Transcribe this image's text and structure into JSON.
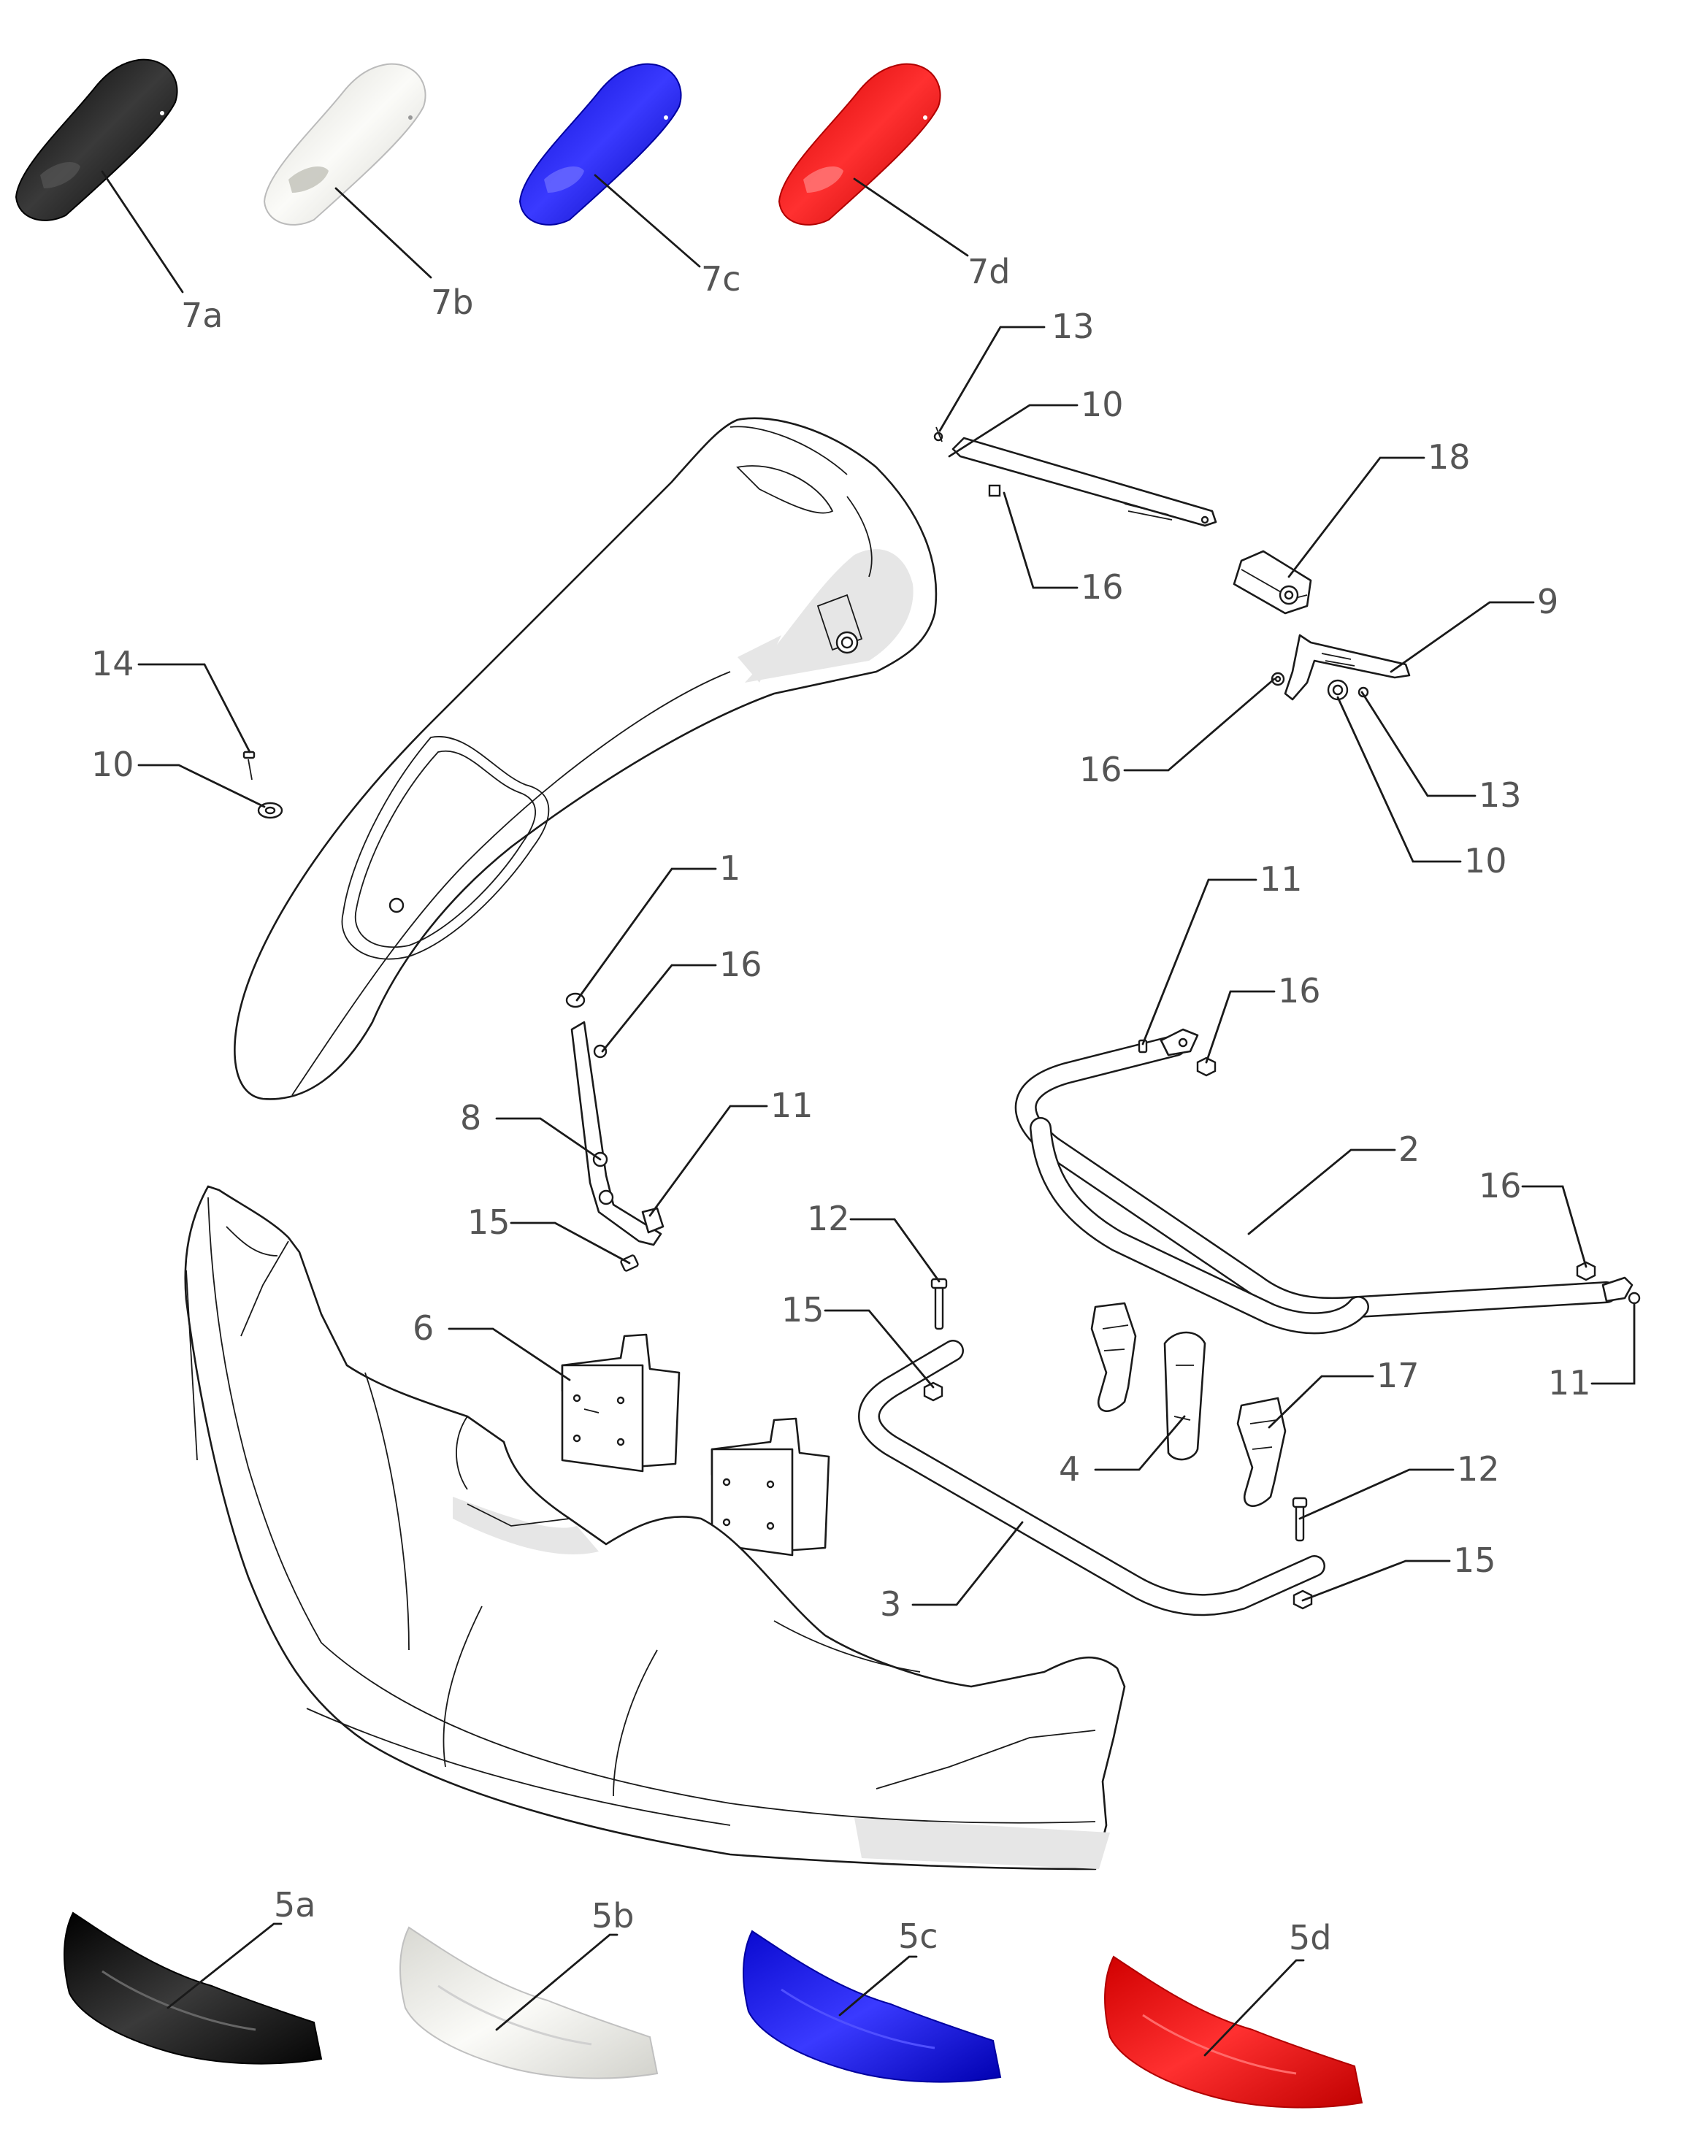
{
  "colors": {
    "black_variant": "#111111",
    "white_variant": "#eeeeea",
    "blue_variant": "#1a1aff",
    "red_variant": "#ee1111",
    "line": "#1a1a1a",
    "label": "#555555"
  },
  "variants": {
    "fender": [
      "7a",
      "7b",
      "7c",
      "7d"
    ],
    "spoiler": [
      "5a",
      "5b",
      "5c",
      "5d"
    ]
  },
  "callouts": {
    "c13_top": "13",
    "c10_top": "10",
    "c16_top": "16",
    "c18": "18",
    "c9": "9",
    "c16_right": "16",
    "c13_right": "13",
    "c10_right": "10",
    "c14": "14",
    "c10_left": "10",
    "c1": "1",
    "c16_mid": "16",
    "c8": "8",
    "c11_mid": "11",
    "c15_mid": "15",
    "c11_top": "11",
    "c16_bar": "16",
    "c2": "2",
    "c16_bar_end": "16",
    "c11_bar_end": "11",
    "c6": "6",
    "c12_top": "12",
    "c15_bar": "15",
    "c17": "17",
    "c4": "4",
    "c12_low": "12",
    "c15_low": "15",
    "c3": "3"
  }
}
